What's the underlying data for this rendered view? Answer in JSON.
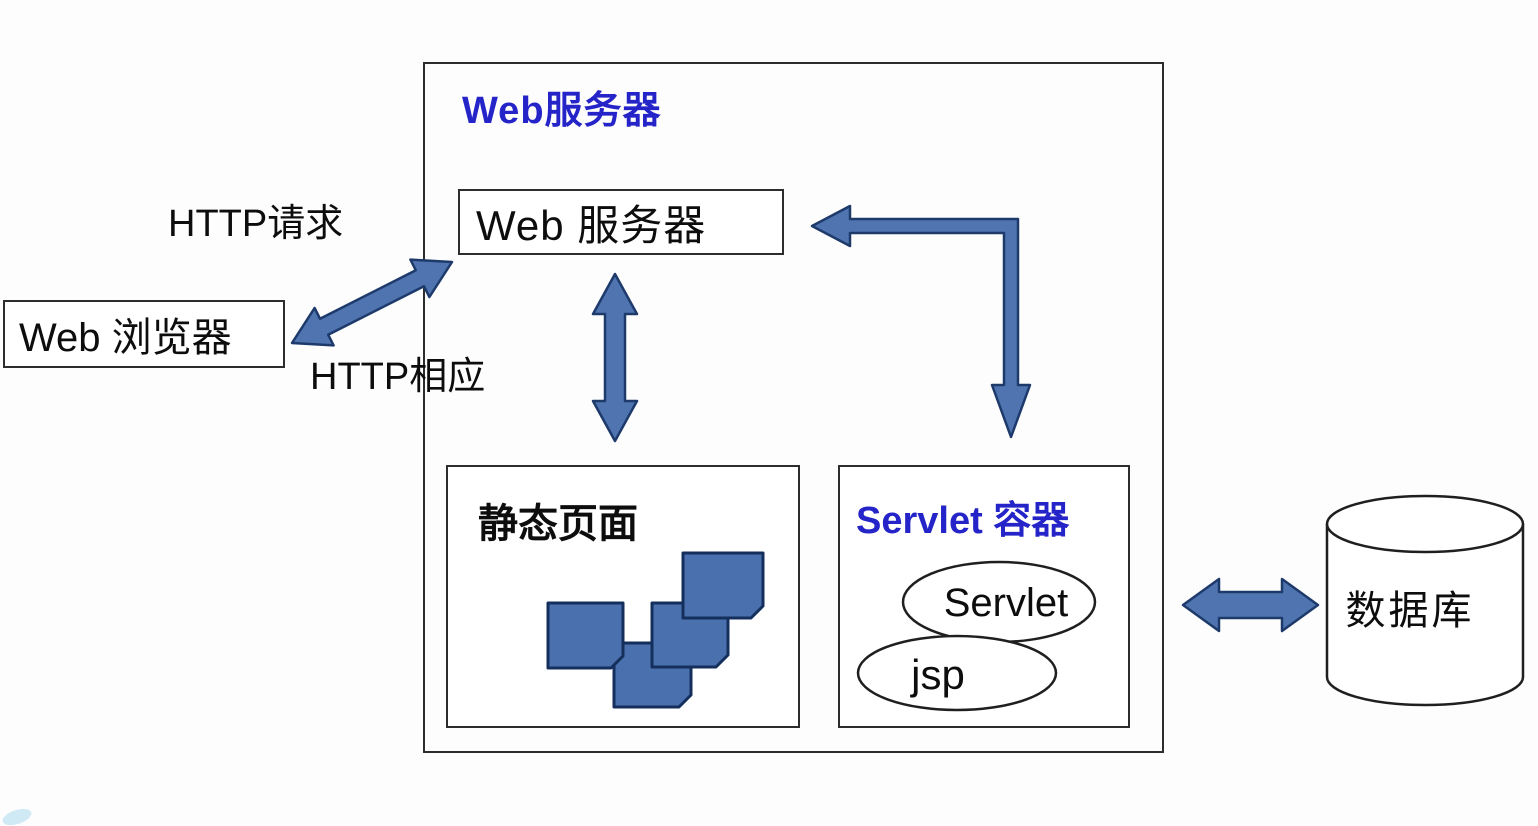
{
  "diagram": {
    "title": "Web服务器",
    "nodes": {
      "web_server": "Web 服务器",
      "browser": "Web 浏览器",
      "static_pages": "静态页面",
      "servlet_container": "Servlet 容器",
      "servlet": "Servlet",
      "jsp": "jsp",
      "database": "数据库"
    },
    "labels": {
      "http_request": "HTTP请求",
      "http_response": "HTTP相应"
    },
    "colors": {
      "title_blue": "#2424c8",
      "arrow_fill": "#4f74b0",
      "arrow_stroke": "#1d3a6b",
      "cube_fill": "#4a70ad",
      "cube_stroke": "#142f5c",
      "box_border": "#2d2d2d",
      "outline": "#1f1f1f"
    }
  }
}
